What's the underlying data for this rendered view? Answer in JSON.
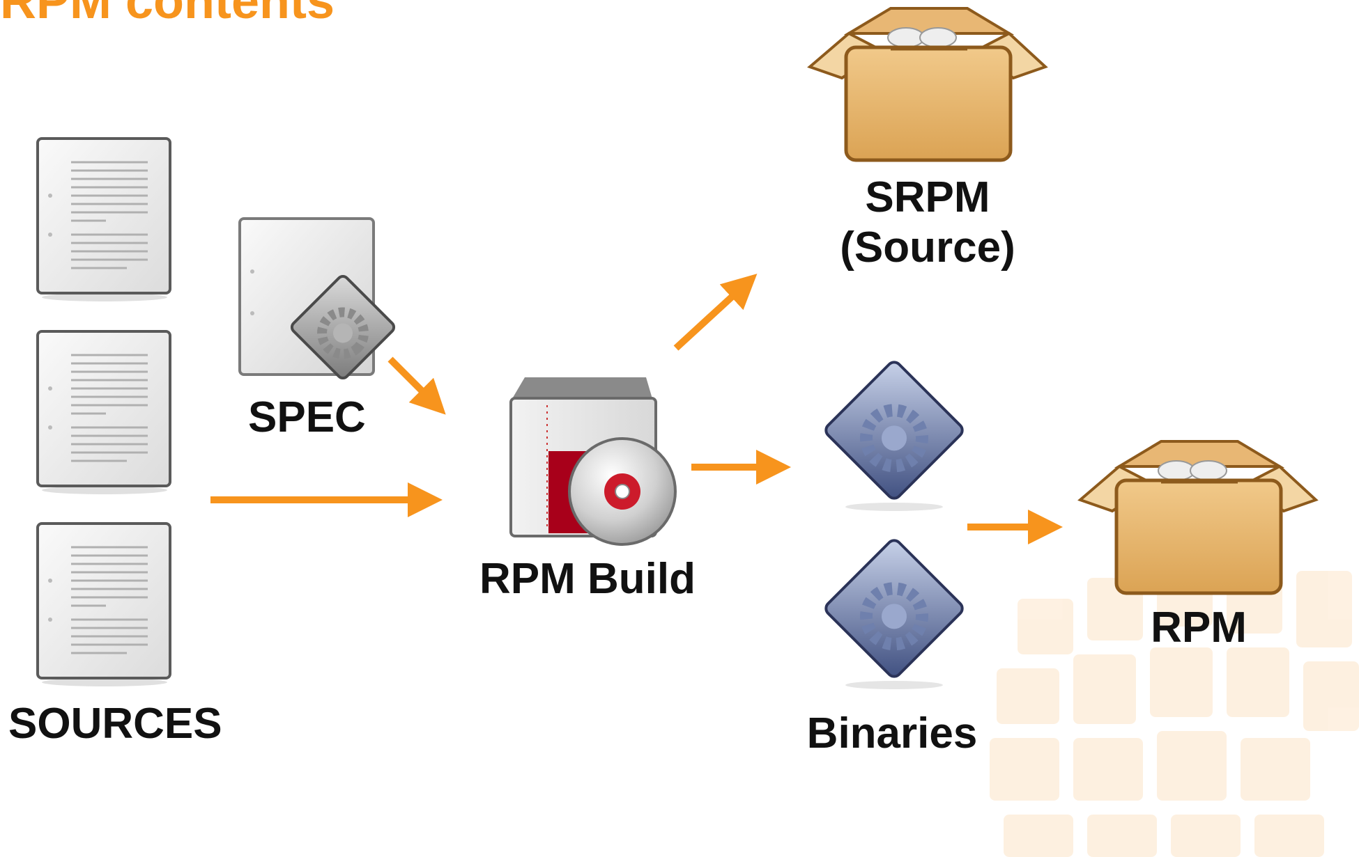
{
  "slide": {
    "title": "RPM contents",
    "accent_color": "#f7941d"
  },
  "labels": {
    "sources": "SOURCES",
    "spec": "SPEC",
    "rpm_build": "RPM Build",
    "srpm_line1": "SRPM",
    "srpm_line2": "(Source)",
    "binaries": "Binaries",
    "rpm": "RPM"
  },
  "icons": {
    "text_document": "text-document-icon",
    "spec_document": "spec-document-icon",
    "build_tool": "rpm-build-icon",
    "package": "package-box-icon",
    "binary": "executable-diamond-icon"
  }
}
